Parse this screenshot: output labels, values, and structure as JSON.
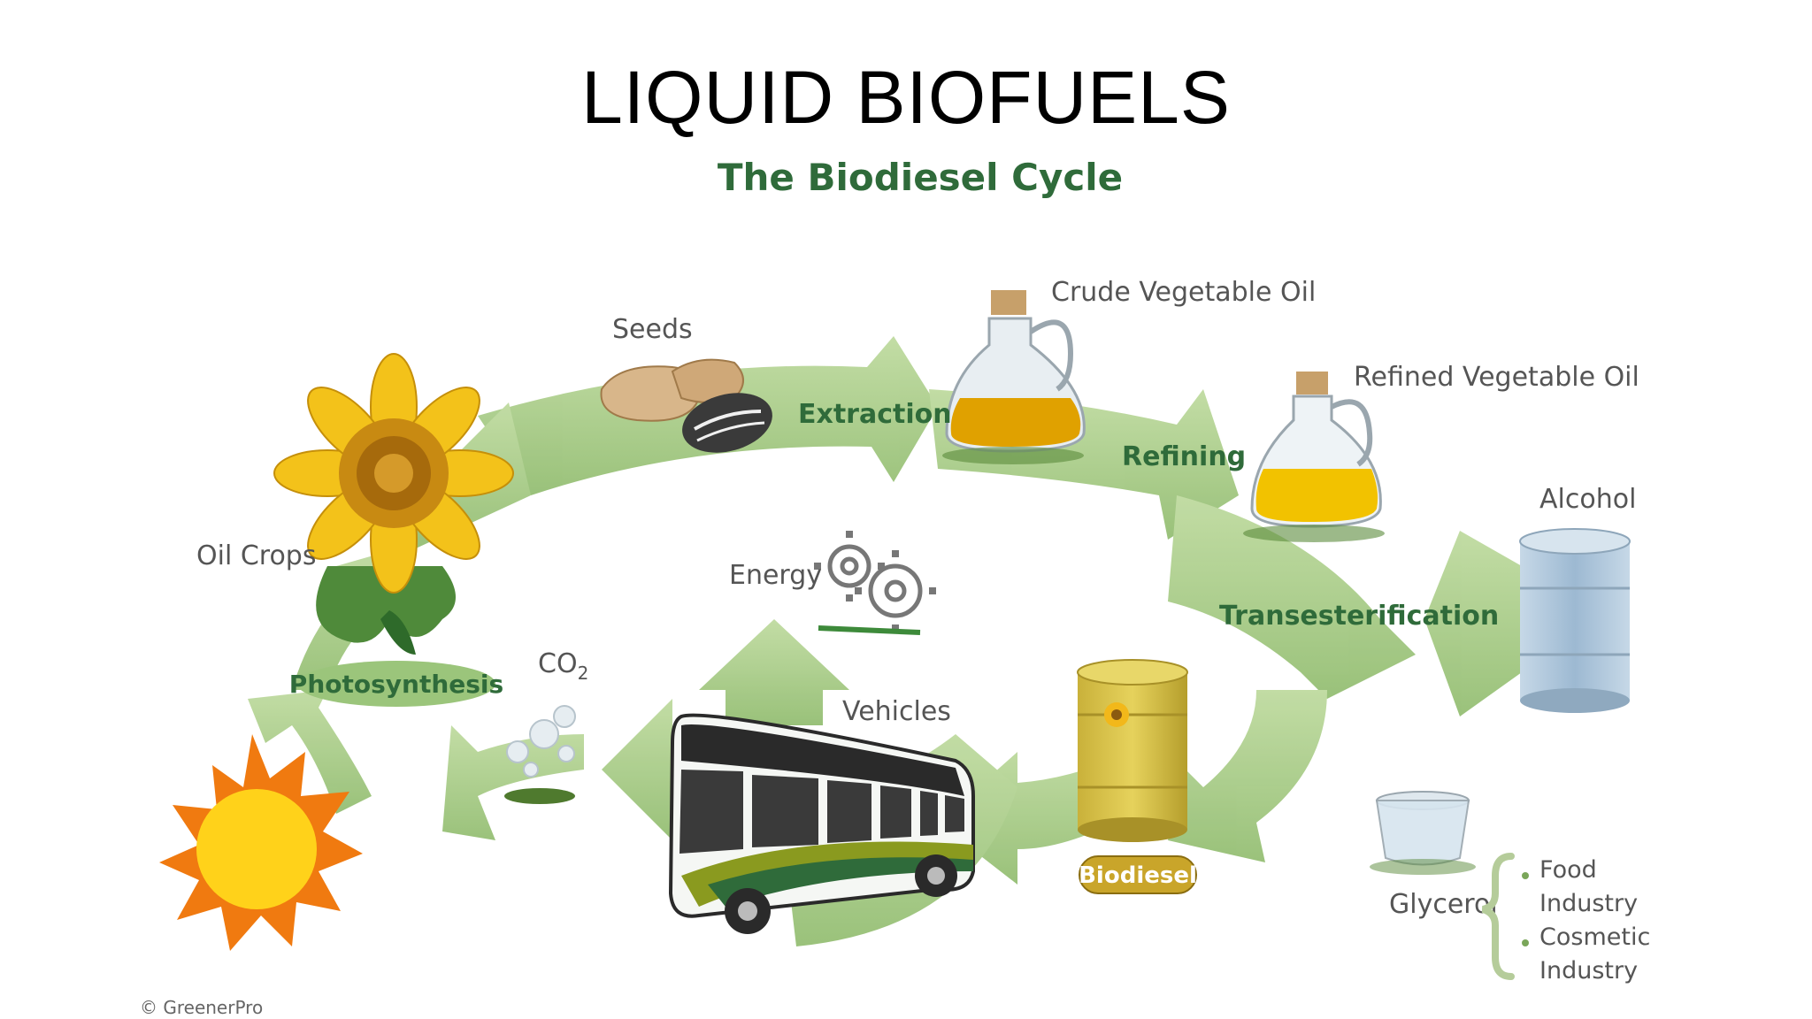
{
  "slide": {
    "title": "LIQUID BIOFUELS"
  },
  "diagram": {
    "title": "The Biodiesel Cycle",
    "copyright": "© GreenerPro",
    "labels": {
      "seeds": "Seeds",
      "extraction": "Extraction",
      "crude_oil": "Crude Vegetable Oil",
      "refining": "Refining",
      "refined_oil": "Refined Vegetable Oil",
      "alcohol": "Alcohol",
      "transesterification": "Transesterification",
      "energy": "Energy",
      "oil_crops": "Oil Crops",
      "photosynthesis": "Photosynthesis",
      "co2_main": "CO",
      "co2_sub": "2",
      "vehicles": "Vehicles",
      "biodiesel": "Biodiesel",
      "glycerol": "Glycerol",
      "food": "Food",
      "industry_1": "Industry",
      "cosmetic": "Cosmetic",
      "industry_2": "Industry"
    },
    "colors": {
      "arrow_green": "#a9cc86",
      "dark_green": "#2f6b3a",
      "label_gray": "#555555",
      "oil_amber": "#e0a100",
      "barrel_blue": "#a9c3d9",
      "barrel_yellow": "#d8c44a",
      "sun_orange": "#f07a10",
      "sun_yellow": "#ffd21a"
    },
    "icons": [
      "sunflower-icon",
      "sun-icon",
      "seeds-icon",
      "crude-oil-jug-icon",
      "refined-oil-jug-icon",
      "alcohol-barrel-icon",
      "gears-icon",
      "bus-icon",
      "biodiesel-barrel-icon",
      "glycerol-bowl-icon",
      "co2-bubbles-icon"
    ]
  }
}
